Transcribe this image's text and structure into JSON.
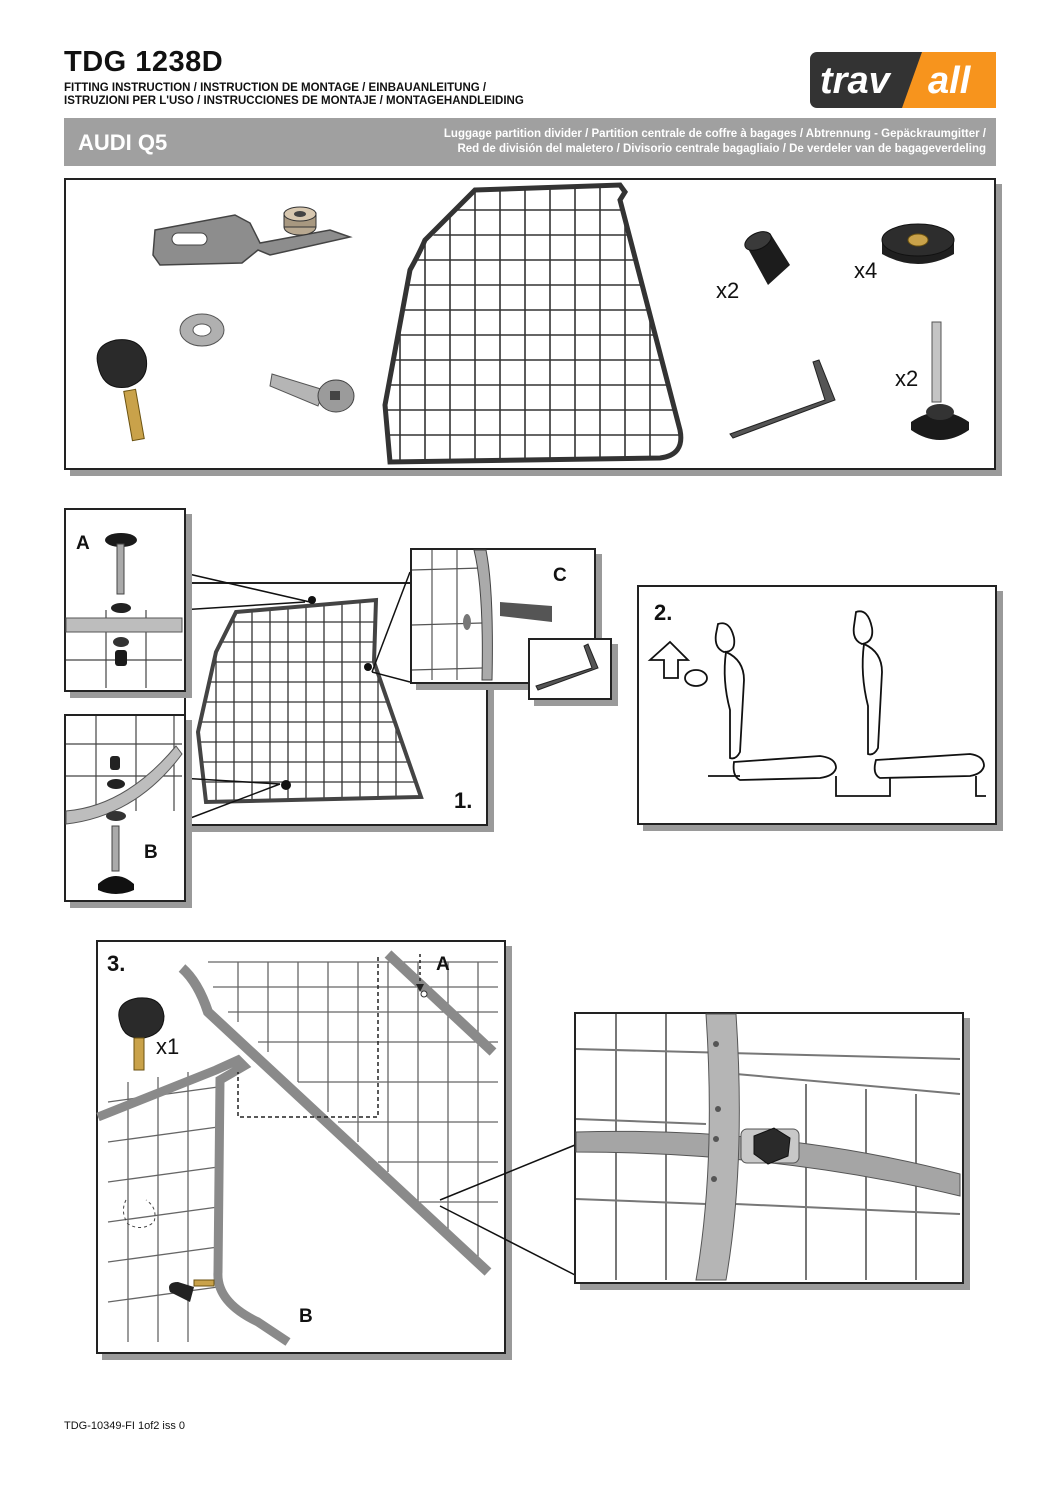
{
  "header": {
    "title": "TDG 1238D",
    "subtitle_line1": "FITTING INSTRUCTION / INSTRUCTION DE MONTAGE / EINBAUANLEITUNG /",
    "subtitle_line2": "ISTRUZIONI PER L'USO / INSTRUCCIONES DE MONTAJE / MONTAGEHANDLEIDING",
    "logo_left": "trav",
    "logo_right": "all",
    "colors": {
      "logo_dark": "#333333",
      "logo_orange": "#f7941d",
      "band": "#a0a0a0"
    }
  },
  "band": {
    "model": "AUDI Q5",
    "description_line1": "Luggage partition divider / Partition centrale de coffre à bagages / Abtrennung - Gepäckraumgitter /",
    "description_line2": "Red de división del maletero / Divisorio centrale bagagliaio / De verdeler van de bagageverdeling"
  },
  "parts": {
    "qty_bumpers": "x2",
    "qty_nuts": "x4",
    "qty_feet": "x2"
  },
  "step1": {
    "number": "1.",
    "label_a": "A",
    "label_b": "B",
    "label_c": "C"
  },
  "step2": {
    "number": "2."
  },
  "step3": {
    "number": "3.",
    "qty_knob": "x1",
    "label_a": "A",
    "label_b": "B"
  },
  "footer": {
    "code": "TDG-10349-FI 1of2 iss 0"
  }
}
